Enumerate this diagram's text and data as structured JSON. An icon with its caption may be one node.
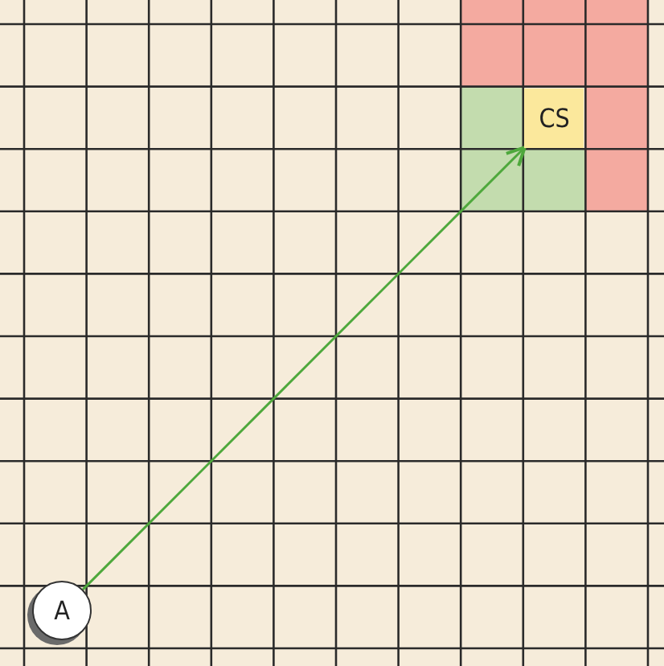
{
  "diagram": {
    "nodes": [
      {
        "text": [
          "A"
        ]
      },
      {
        "text": [
          "CS"
        ]
      }
    ],
    "edges": [
      {
        "from": 0,
        "to": 1,
        "arrow": "to",
        "color": "#4ea83c"
      }
    ]
  }
}
